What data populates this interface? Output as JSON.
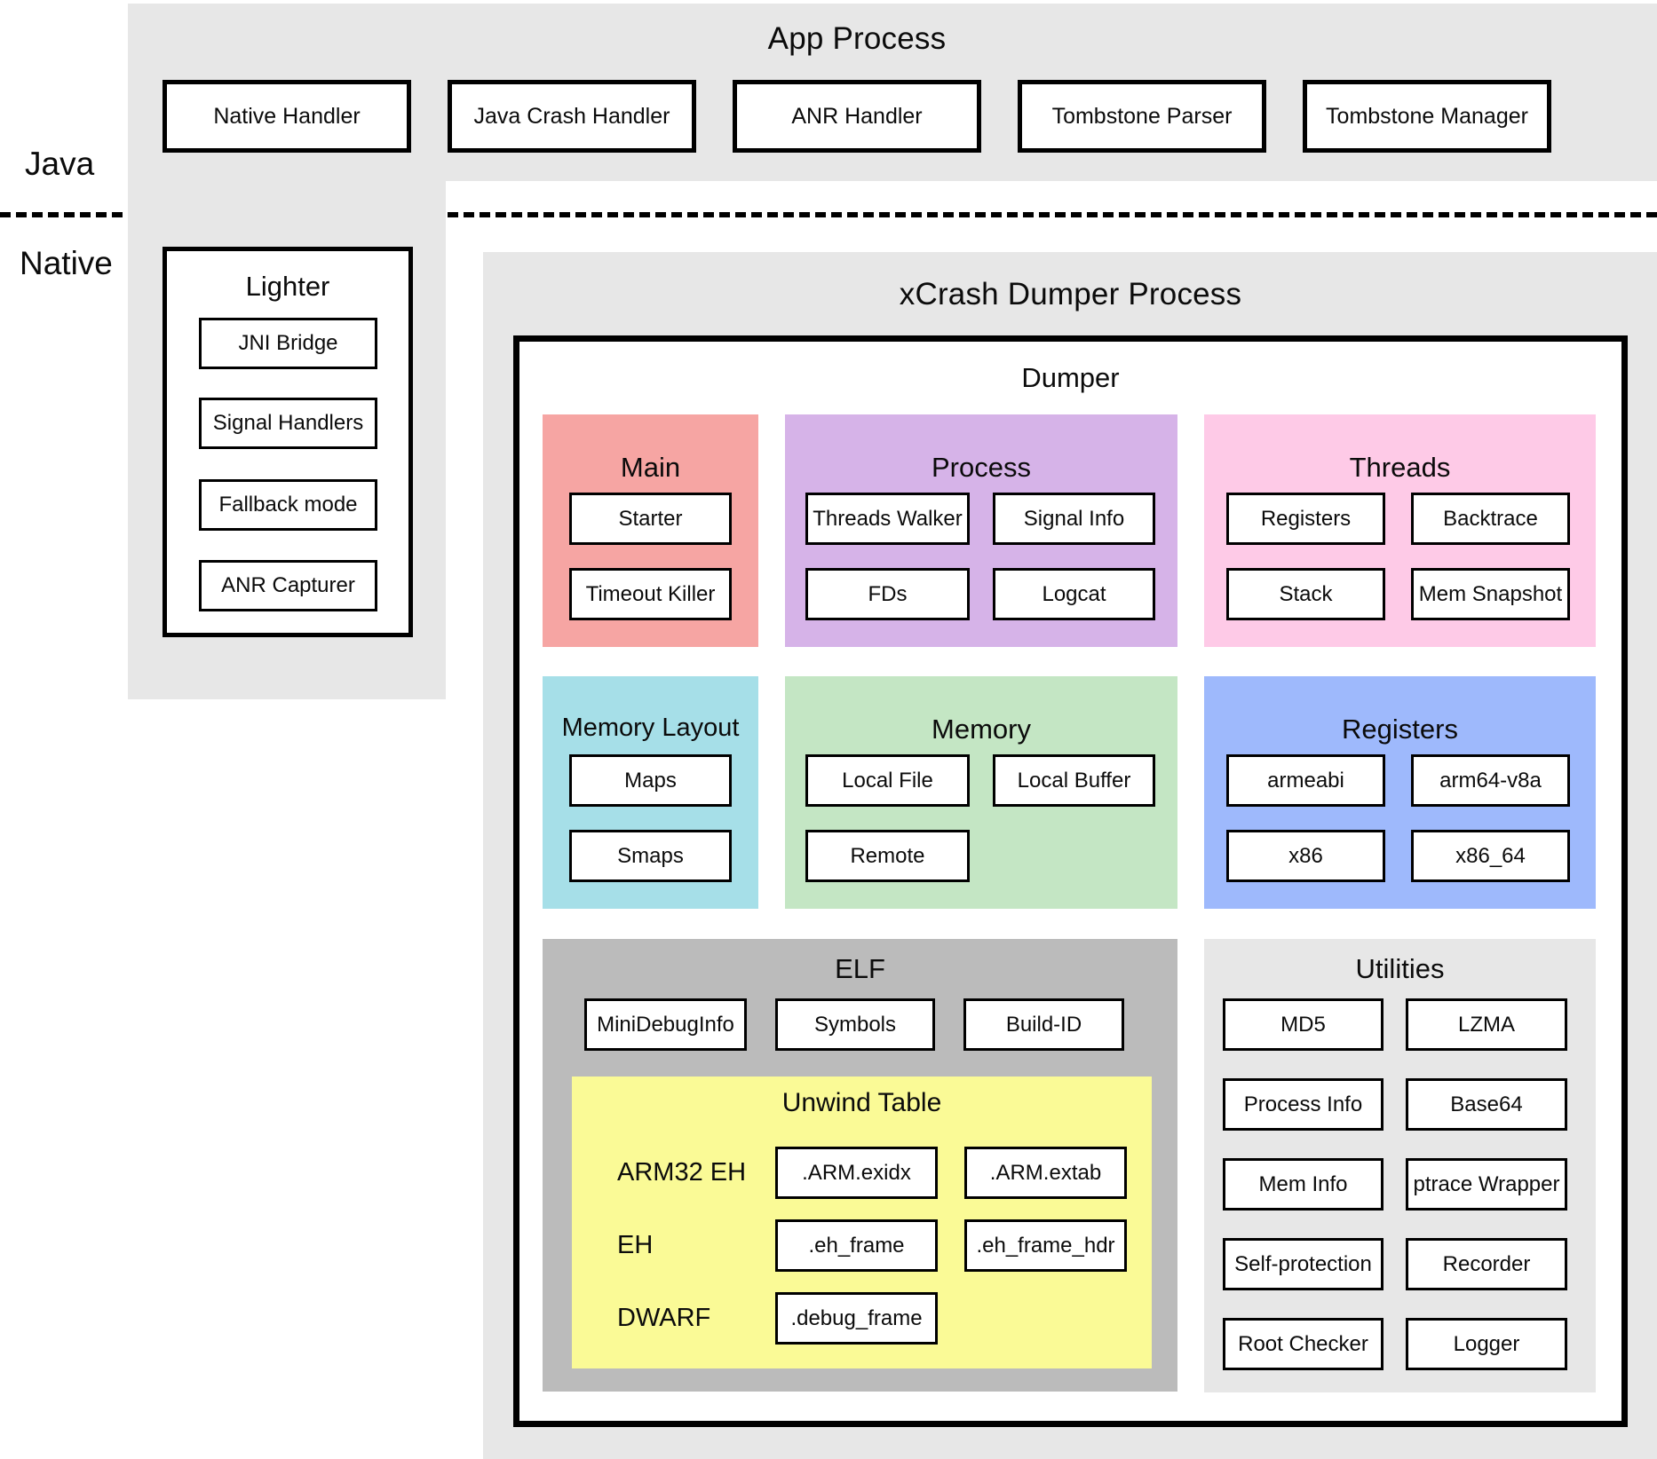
{
  "theme": {
    "panel_gray": "#e7e7e7",
    "elf_gray": "#bbbbbb",
    "unwind_yellow": "#fafa96",
    "main_salmon": "#f6a5a3",
    "process_purple": "#d6b3e8",
    "threads_pink": "#fecae7",
    "memlayout_cyan": "#a6dfe8",
    "memory_green": "#c4e6c4",
    "registers_blue": "#9eb9fc",
    "border_black": "#000000"
  },
  "labels": {
    "java": "Java",
    "native": "Native"
  },
  "app_process": {
    "title": "App Process",
    "boxes": [
      "Native Handler",
      "Java Crash Handler",
      "ANR Handler",
      "Tombstone Parser",
      "Tombstone Manager"
    ]
  },
  "lighter": {
    "title": "Lighter",
    "boxes": [
      "JNI Bridge",
      "Signal Handlers",
      "Fallback mode",
      "ANR Capturer"
    ]
  },
  "xcrash": {
    "title": "xCrash Dumper Process",
    "dumper": {
      "title": "Dumper",
      "sections": {
        "main": {
          "title": "Main",
          "boxes": [
            "Starter",
            "Timeout Killer"
          ]
        },
        "process": {
          "title": "Process",
          "boxes": [
            "Threads Walker",
            "Signal Info",
            "FDs",
            "Logcat"
          ]
        },
        "threads": {
          "title": "Threads",
          "boxes": [
            "Registers",
            "Backtrace",
            "Stack",
            "Mem Snapshot"
          ]
        },
        "memory_layout": {
          "title": "Memory Layout",
          "boxes": [
            "Maps",
            "Smaps"
          ]
        },
        "memory": {
          "title": "Memory",
          "boxes": [
            "Local File",
            "Local Buffer",
            "Remote"
          ]
        },
        "registers": {
          "title": "Registers",
          "boxes": [
            "armeabi",
            "arm64-v8a",
            "x86",
            "x86_64"
          ]
        },
        "elf": {
          "title": "ELF",
          "boxes": [
            "MiniDebugInfo",
            "Symbols",
            "Build-ID"
          ],
          "unwind": {
            "title": "Unwind Table",
            "rows": [
              {
                "label": "ARM32 EH",
                "boxes": [
                  ".ARM.exidx",
                  ".ARM.extab"
                ]
              },
              {
                "label": "EH",
                "boxes": [
                  ".eh_frame",
                  ".eh_frame_hdr"
                ]
              },
              {
                "label": "DWARF",
                "boxes": [
                  ".debug_frame"
                ]
              }
            ]
          }
        },
        "utilities": {
          "title": "Utilities",
          "boxes": [
            "MD5",
            "LZMA",
            "Process Info",
            "Base64",
            "Mem Info",
            "ptrace Wrapper",
            "Self-protection",
            "Recorder",
            "Root Checker",
            "Logger"
          ]
        }
      }
    }
  }
}
